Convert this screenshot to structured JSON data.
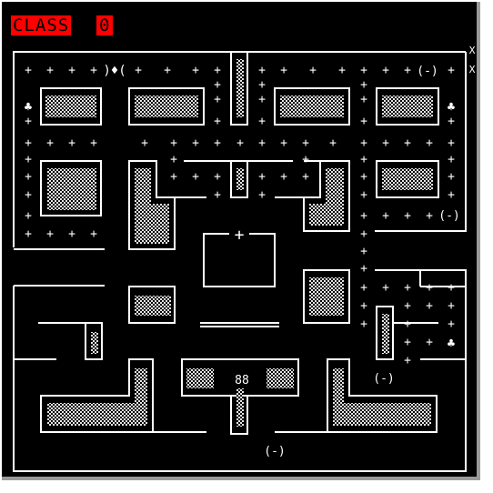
{
  "hud": {
    "class_label": "CLASS",
    "score": "0",
    "lives_marks": [
      "X",
      "X"
    ]
  },
  "center_counter": "88",
  "bonus_items": [
    "(-)",
    "(-)",
    "(-)",
    "(-)"
  ],
  "player_glyph": ")♦(",
  "power_pellet_glyph": "♣",
  "dot_glyph": "+",
  "colors": {
    "background": "#000000",
    "walls": "#ffffff",
    "hud_bg": "#ff0000",
    "hud_text": "#000000",
    "block_fill": "#cfcfcf"
  }
}
